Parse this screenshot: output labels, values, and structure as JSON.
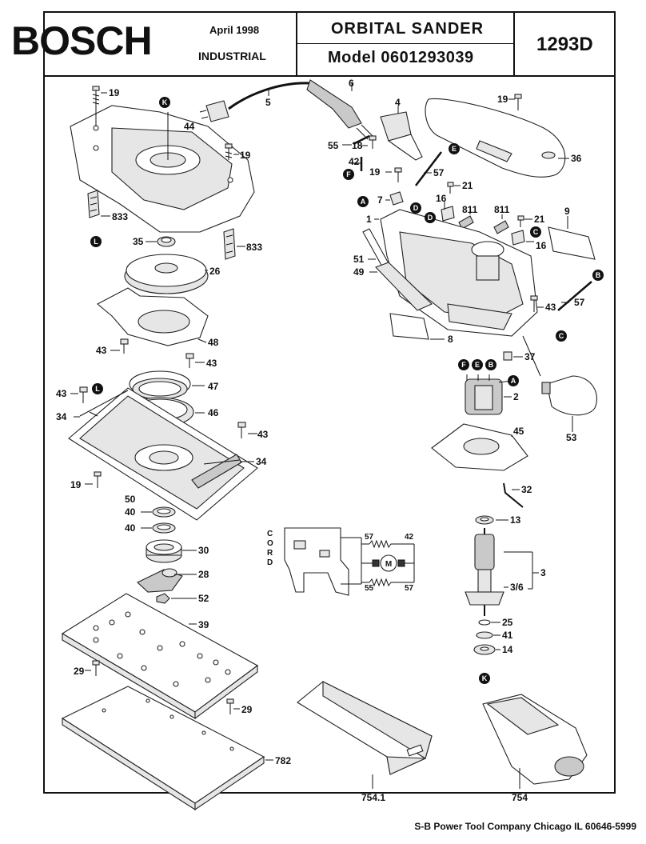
{
  "header": {
    "brand": "BOSCH",
    "date": "April 1998",
    "division": "INDUSTRIAL",
    "product_title": "ORBITAL SANDER",
    "model_label": "Model 0601293039",
    "product_number": "1293D"
  },
  "footer": {
    "text": "S-B Power Tool Company Chicago IL 60646-5999"
  },
  "callouts": {
    "c19a": "19",
    "c44": "44",
    "c19b": "19",
    "c833a": "833",
    "c833b": "833",
    "c35": "35",
    "c26": "26",
    "c43a": "43",
    "c48": "48",
    "c43b": "43",
    "c47": "47",
    "c43c": "43",
    "c34a": "34",
    "c46": "46",
    "c43d": "43",
    "c34b": "34",
    "c19c": "19",
    "c50": "50",
    "c40a": "40",
    "c40b": "40",
    "c30": "30",
    "c28": "28",
    "c52": "52",
    "c39": "39",
    "c29a": "29",
    "c29b": "29",
    "c782": "782",
    "c7541": "754.1",
    "c754": "754",
    "c5": "5",
    "c6": "6",
    "c4": "4",
    "c19d": "19",
    "c36": "36",
    "c55": "55",
    "c18": "18",
    "c42": "42",
    "c57a": "57",
    "c21a": "21",
    "c7": "7",
    "c16a": "16",
    "c811a": "811",
    "c811b": "811",
    "c21b": "21",
    "c9": "9",
    "c1": "1",
    "c16b": "16",
    "c51": "51",
    "c49": "49",
    "c43e": "43",
    "c57b": "57",
    "c8": "8",
    "c37": "37",
    "c2": "2",
    "c53": "53",
    "c45": "45",
    "c32": "32",
    "c13": "13",
    "c3": "3",
    "c36b": "3/6",
    "c25": "25",
    "c41": "41",
    "c14": "14"
  },
  "keys": {
    "k1": "K",
    "l1": "L",
    "l2": "L",
    "e1": "E",
    "f1": "F",
    "a1": "A",
    "d1": "D",
    "d2": "D",
    "c1": "C",
    "b1": "B",
    "c2": "C",
    "f2": "F",
    "e2": "E",
    "b2": "B",
    "a2": "A",
    "k2": "K"
  },
  "wiring": {
    "cord_letters": [
      "C",
      "O",
      "R",
      "D"
    ],
    "w57a": "57",
    "w42": "42",
    "w55": "55",
    "w57b": "57",
    "motor": "M"
  }
}
